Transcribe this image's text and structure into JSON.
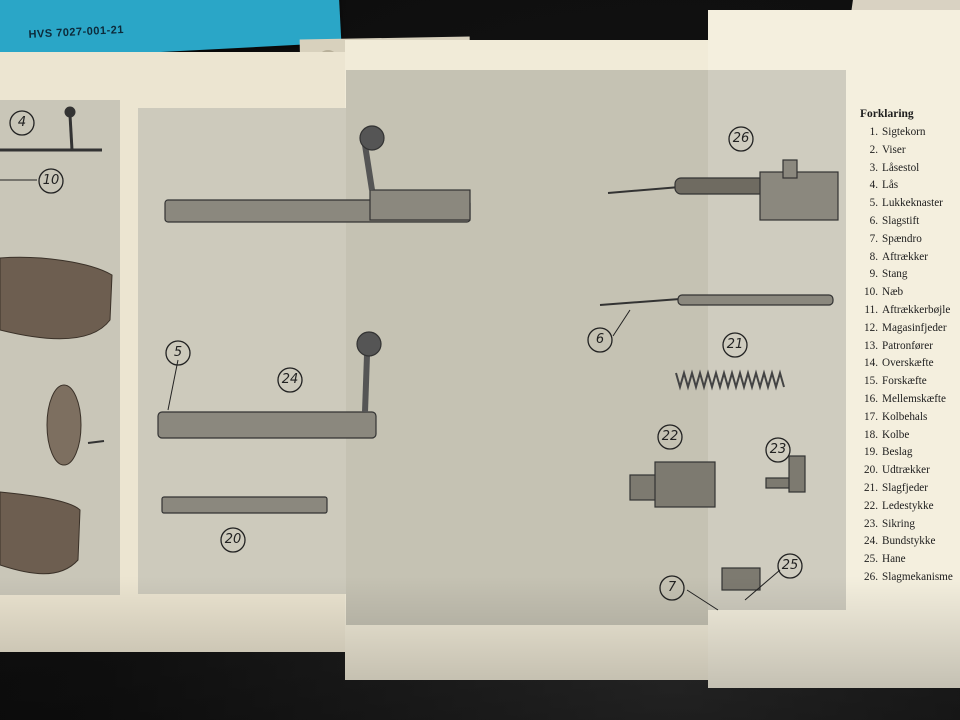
{
  "booklet": {
    "code": "HVS 7027-001-21"
  },
  "callouts": [
    {
      "id": "c4",
      "label": "4"
    },
    {
      "id": "c10",
      "label": "10"
    },
    {
      "id": "c5",
      "label": "5"
    },
    {
      "id": "c24",
      "label": "24"
    },
    {
      "id": "c20",
      "label": "20"
    },
    {
      "id": "c26",
      "label": "26"
    },
    {
      "id": "c6",
      "label": "6"
    },
    {
      "id": "c21",
      "label": "21"
    },
    {
      "id": "c22",
      "label": "22"
    },
    {
      "id": "c23",
      "label": "23"
    },
    {
      "id": "c7",
      "label": "7"
    },
    {
      "id": "c25",
      "label": "25"
    }
  ],
  "legend": {
    "title": "Forklaring",
    "items": [
      {
        "n": "1.",
        "label": "Sigtekorn"
      },
      {
        "n": "2.",
        "label": "Viser"
      },
      {
        "n": "3.",
        "label": "Låsestol"
      },
      {
        "n": "4.",
        "label": "Lås"
      },
      {
        "n": "5.",
        "label": "Lukkeknaster"
      },
      {
        "n": "6.",
        "label": "Slagstift"
      },
      {
        "n": "7.",
        "label": "Spændro"
      },
      {
        "n": "8.",
        "label": "Aftrækker"
      },
      {
        "n": "9.",
        "label": "Stang"
      },
      {
        "n": "10.",
        "label": "Næb"
      },
      {
        "n": "11.",
        "label": "Aftrækkerbøjle"
      },
      {
        "n": "12.",
        "label": "Magasinfjeder"
      },
      {
        "n": "13.",
        "label": "Patronfører"
      },
      {
        "n": "14.",
        "label": "Overskæfte"
      },
      {
        "n": "15.",
        "label": "Forskæfte"
      },
      {
        "n": "16.",
        "label": "Mellemskæfte"
      },
      {
        "n": "17.",
        "label": "Kolbehals"
      },
      {
        "n": "18.",
        "label": "Kolbe"
      },
      {
        "n": "19.",
        "label": "Beslag"
      },
      {
        "n": "20.",
        "label": "Udtrækker"
      },
      {
        "n": "21.",
        "label": "Slagfjeder"
      },
      {
        "n": "22.",
        "label": "Ledestykke"
      },
      {
        "n": "23.",
        "label": "Sikring"
      },
      {
        "n": "24.",
        "label": "Bundstykke"
      },
      {
        "n": "25.",
        "label": "Hane"
      },
      {
        "n": "26.",
        "label": "Slagmekanisme"
      }
    ]
  }
}
